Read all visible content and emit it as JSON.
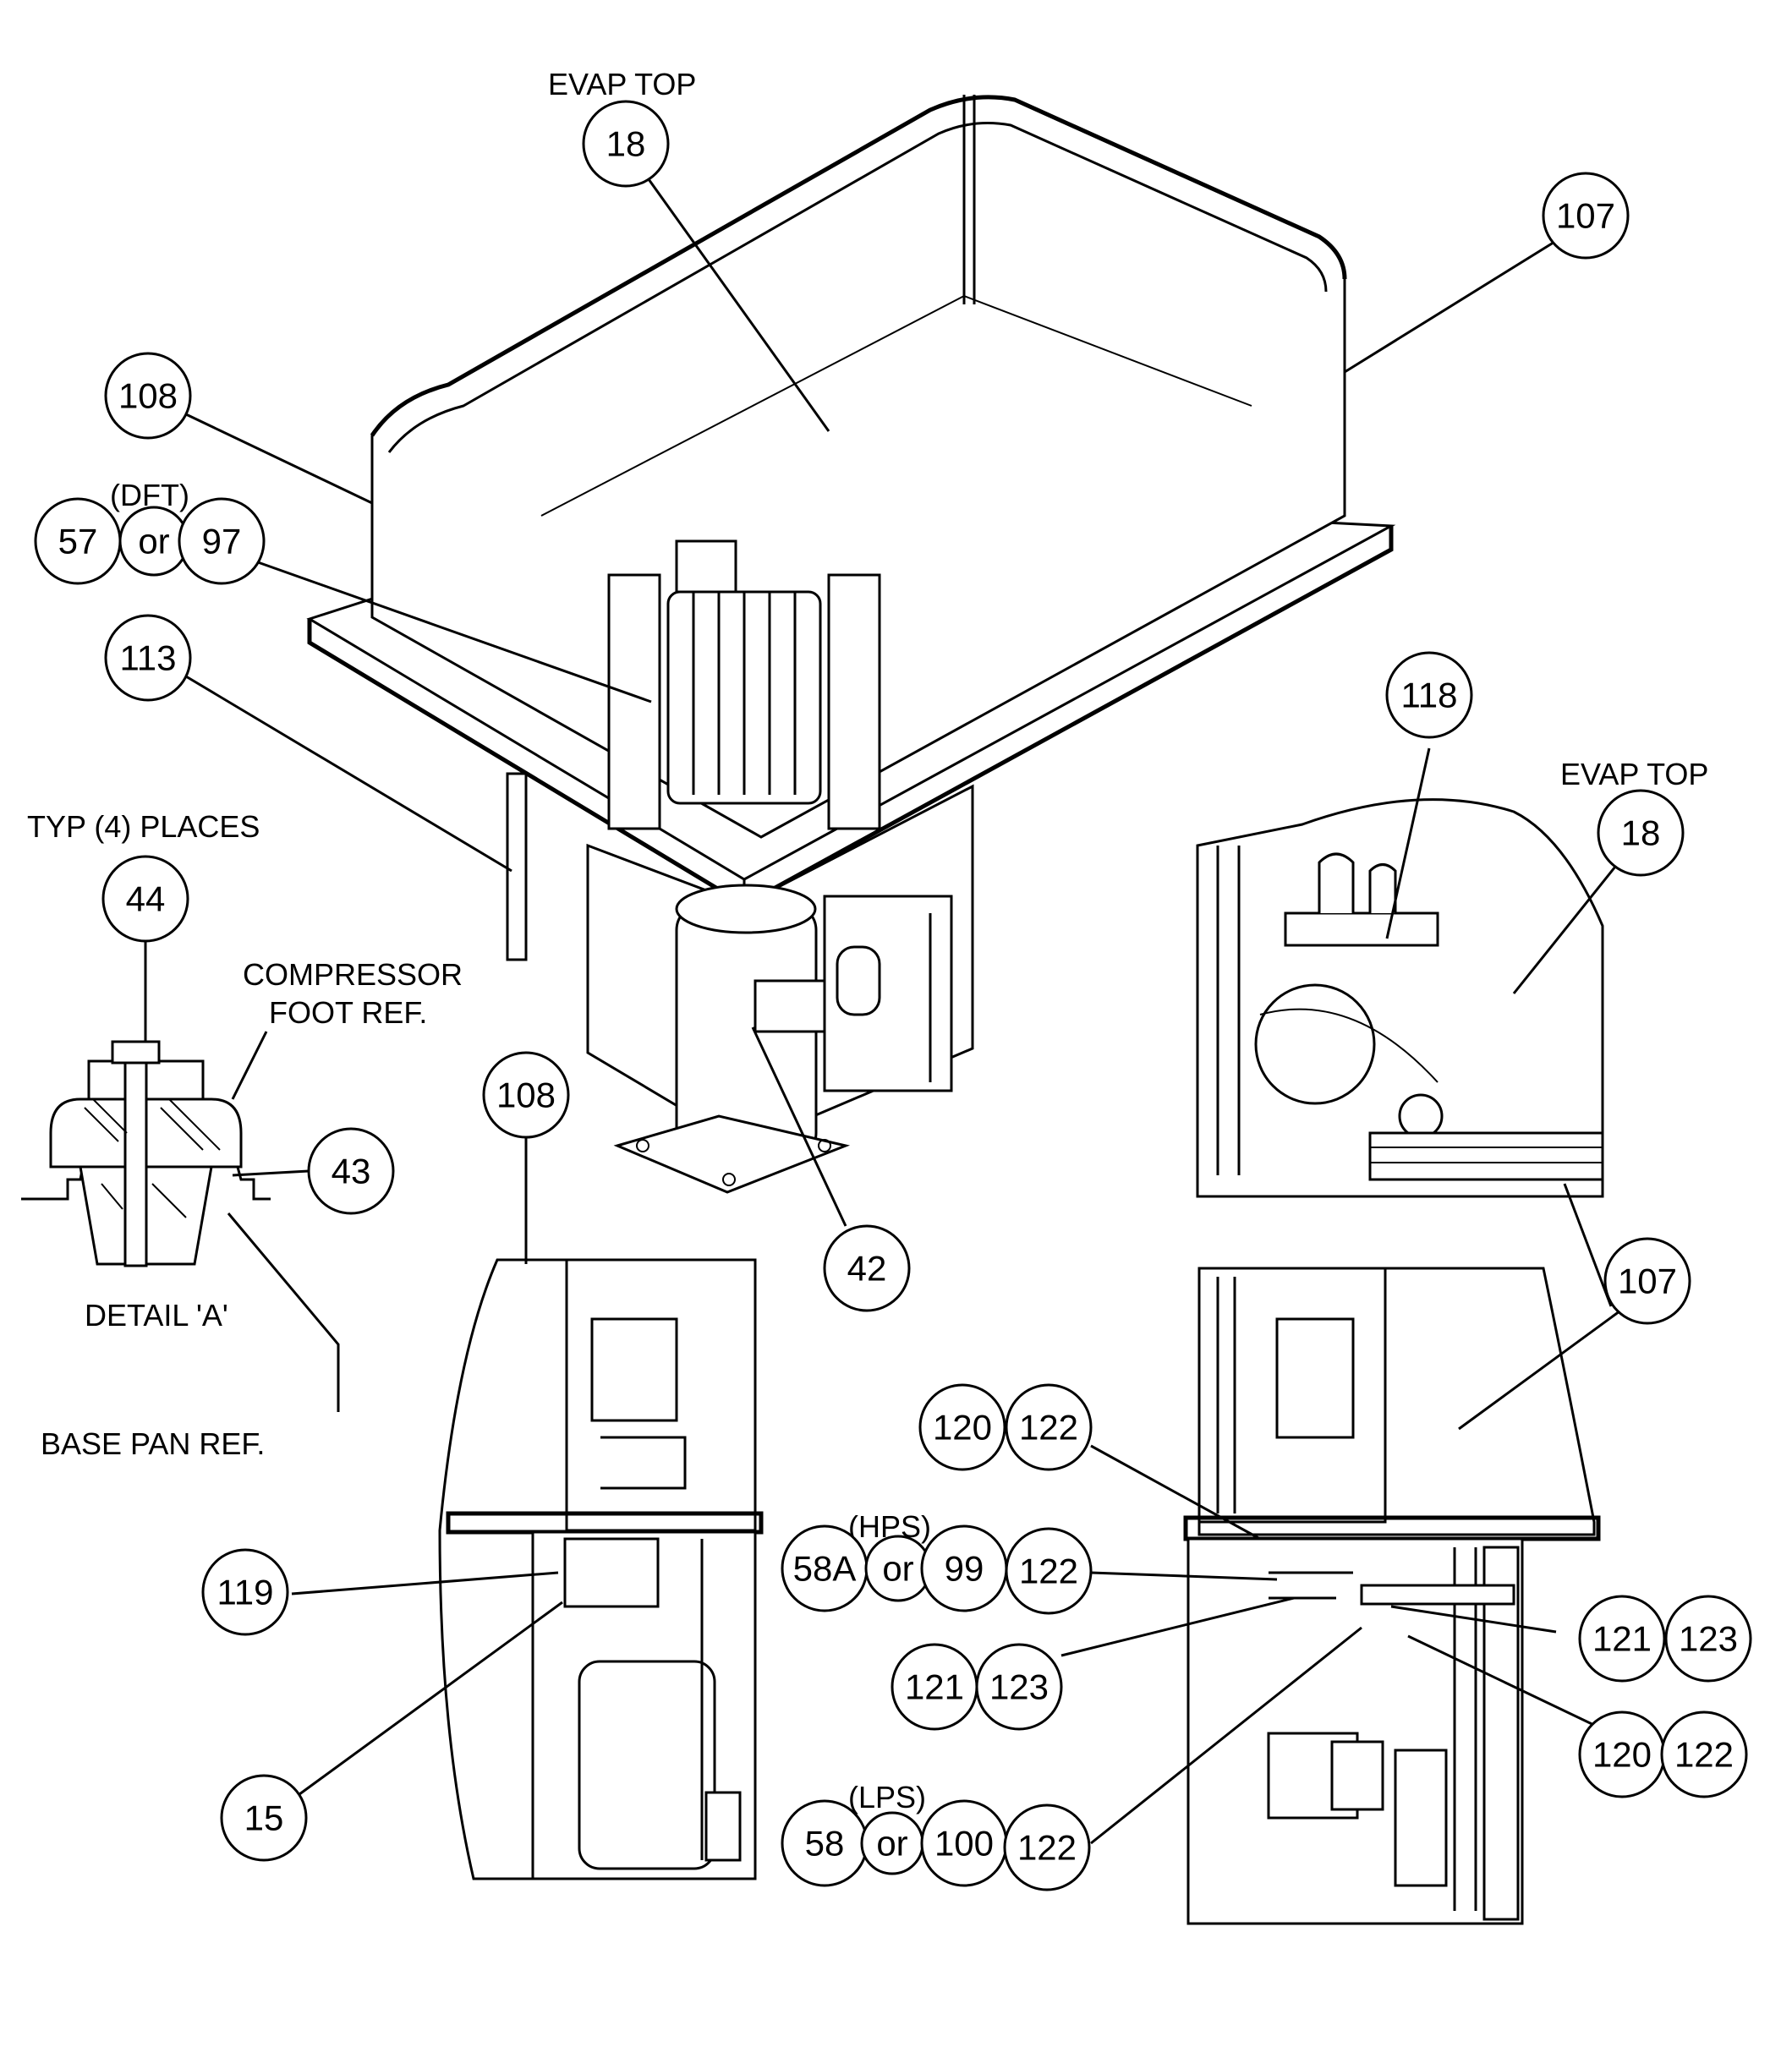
{
  "notes": {
    "evap_top_1": "EVAP TOP",
    "evap_top_2": "EVAP TOP",
    "dft": "(DFT)",
    "typ_places": "TYP (4) PLACES",
    "compressor_foot_1": "COMPRESSOR",
    "compressor_foot_2": "FOOT REF.",
    "detail_a": "DETAIL 'A'",
    "base_pan": "BASE PAN REF.",
    "hps": "(HPS)",
    "lps": "(LPS)"
  },
  "callouts": {
    "c18a": "18",
    "c107a": "107",
    "c108a": "108",
    "c57": "57",
    "or1": "or",
    "c97": "97",
    "c113": "113",
    "c118": "118",
    "c18b": "18",
    "c44": "44",
    "c43": "43",
    "c42": "42",
    "c108b": "108",
    "c107b": "107",
    "c120a": "120",
    "c122a": "122",
    "c58a": "58A",
    "or2": "or",
    "c99": "99",
    "c122b": "122",
    "c119": "119",
    "c121a": "121",
    "c123a": "123",
    "c121b": "121",
    "c123b": "123",
    "c120b": "120",
    "c122c": "122",
    "c15": "15",
    "c58": "58",
    "or3": "or",
    "c100": "100",
    "c122d": "122"
  }
}
